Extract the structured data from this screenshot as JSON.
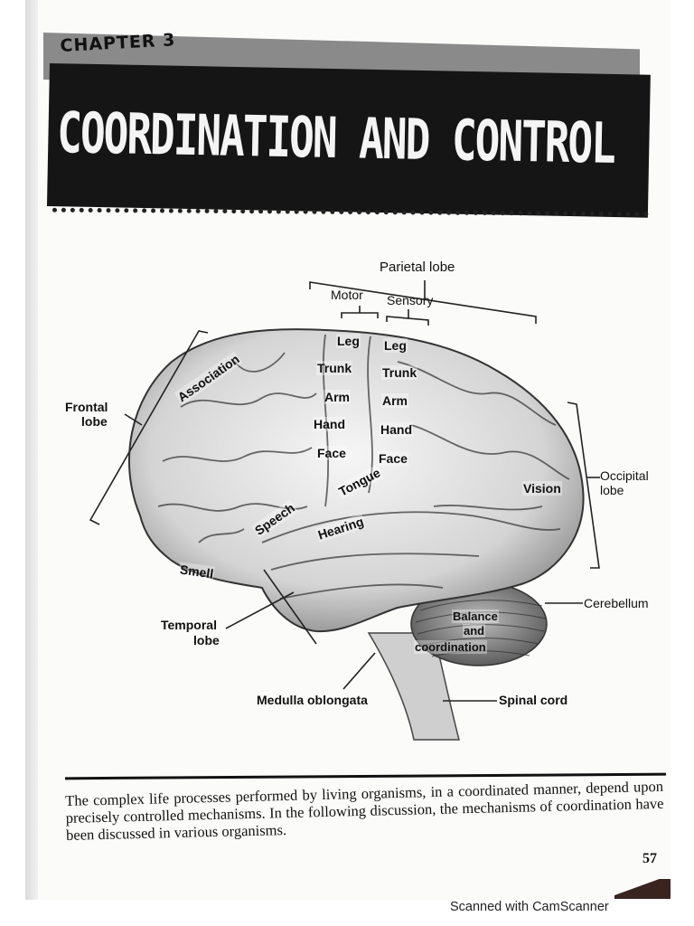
{
  "header": {
    "chapter_label": "CHAPTER 3",
    "chapter_title": "COORDINATION AND CONTROL"
  },
  "figure": {
    "labels": {
      "parietal_lobe": "Parietal lobe",
      "motor": "Motor",
      "sensory": "Sensory",
      "frontal_lobe_1": "Frontal",
      "frontal_lobe_2": "lobe",
      "occipital_lobe_1": "Occipital",
      "occipital_lobe_2": "lobe",
      "cerebellum": "Cerebellum",
      "temporal_lobe_1": "Temporal",
      "temporal_lobe_2": "lobe",
      "medulla_oblongata": "Medulla oblongata",
      "spinal_cord": "Spinal cord"
    },
    "brain_labels": {
      "association": "Association",
      "motor_leg": "Leg",
      "motor_trunk": "Trunk",
      "motor_arm": "Arm",
      "motor_hand": "Hand",
      "motor_face": "Face",
      "sensory_leg": "Leg",
      "sensory_trunk": "Trunk",
      "sensory_arm": "Arm",
      "sensory_hand": "Hand",
      "sensory_face": "Face",
      "tongue": "Tongue",
      "speech": "Speech",
      "hearing": "Hearing",
      "vision": "Vision",
      "smell": "Smell",
      "balance": "Balance",
      "and": "and",
      "coordination": "coordination"
    }
  },
  "body_text": {
    "paragraph": "The complex life processes performed by living organisms, in a coordinated manner, depend upon precisely controlled mechanisms. In the following discussion, the mechanisms of coordination have been discussed in various organisms.",
    "page_number": "57"
  },
  "watermark": {
    "text": "Scanned with CamScanner"
  }
}
